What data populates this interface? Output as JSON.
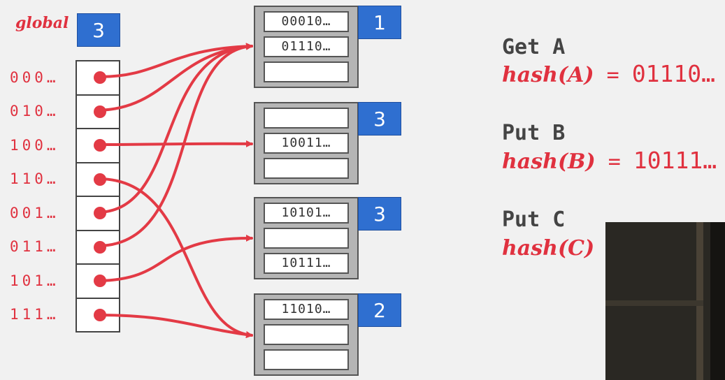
{
  "global": {
    "label": "global",
    "depth": "3"
  },
  "directory": [
    {
      "label": "000…",
      "bucket": 0
    },
    {
      "label": "010…",
      "bucket": 0
    },
    {
      "label": "100…",
      "bucket": 1
    },
    {
      "label": "110…",
      "bucket": 3
    },
    {
      "label": "001…",
      "bucket": 0
    },
    {
      "label": "011…",
      "bucket": 0
    },
    {
      "label": "101…",
      "bucket": 2
    },
    {
      "label": "111…",
      "bucket": 3
    }
  ],
  "buckets": [
    {
      "local_depth": "1",
      "entries": [
        "00010…",
        "01110…",
        ""
      ]
    },
    {
      "local_depth": "3",
      "entries": [
        "",
        "10011…",
        ""
      ]
    },
    {
      "local_depth": "3",
      "entries": [
        "10101…",
        "",
        "10111…"
      ]
    },
    {
      "local_depth": "2",
      "entries": [
        "11010…",
        "",
        ""
      ]
    }
  ],
  "operations": [
    {
      "title": "Get A",
      "hash_fn": "hash(A)",
      "eq": " = ",
      "value": "01110…"
    },
    {
      "title": "Put B",
      "hash_fn": "hash(B)",
      "eq": " = ",
      "value": "10111…"
    },
    {
      "title": "Put C",
      "hash_fn": "hash(C)",
      "eq": " =",
      "value": ""
    }
  ],
  "colors": {
    "accent": "#e0313f",
    "box_blue": "#2f6fd0",
    "bucket_gray": "#b5b5b5"
  }
}
